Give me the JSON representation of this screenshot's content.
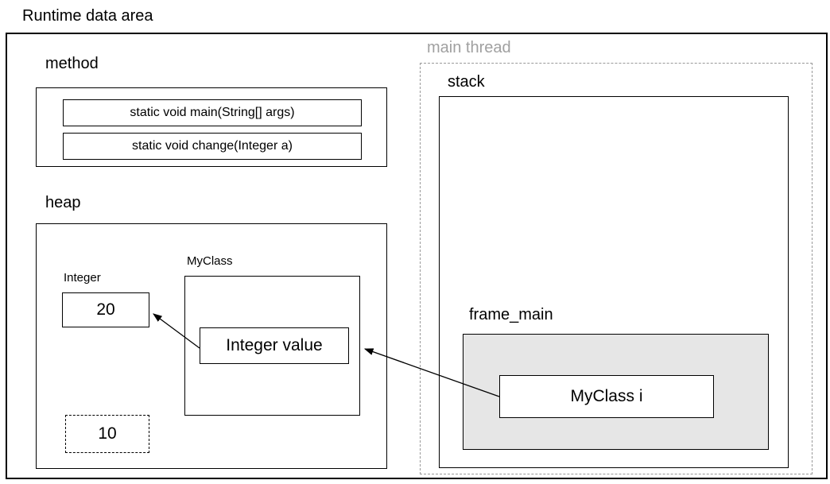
{
  "title": "Runtime data area",
  "method_area": {
    "label": "method",
    "entries": [
      {
        "label": "static void main(String[] args)"
      },
      {
        "label": "static void change(Integer a)"
      }
    ]
  },
  "heap_area": {
    "label": "heap",
    "integer_object": {
      "type_label": "Integer",
      "value": "20"
    },
    "myclass_object": {
      "type_label": "MyClass",
      "field_label": "Integer value"
    },
    "unreferenced_object": {
      "value": "10"
    }
  },
  "main_thread": {
    "label": "main thread",
    "stack": {
      "label": "stack",
      "frame": {
        "label": "frame_main",
        "variable_label": "MyClass i"
      }
    }
  },
  "arrows": [
    {
      "from": "MyClass i",
      "to": "Integer value"
    },
    {
      "from": "Integer value",
      "to": "20"
    }
  ],
  "colors": {
    "line": "#000000",
    "thread_label": "#a0a0a0",
    "thread_border": "#999999",
    "frame_fill": "#e6e6e6"
  }
}
